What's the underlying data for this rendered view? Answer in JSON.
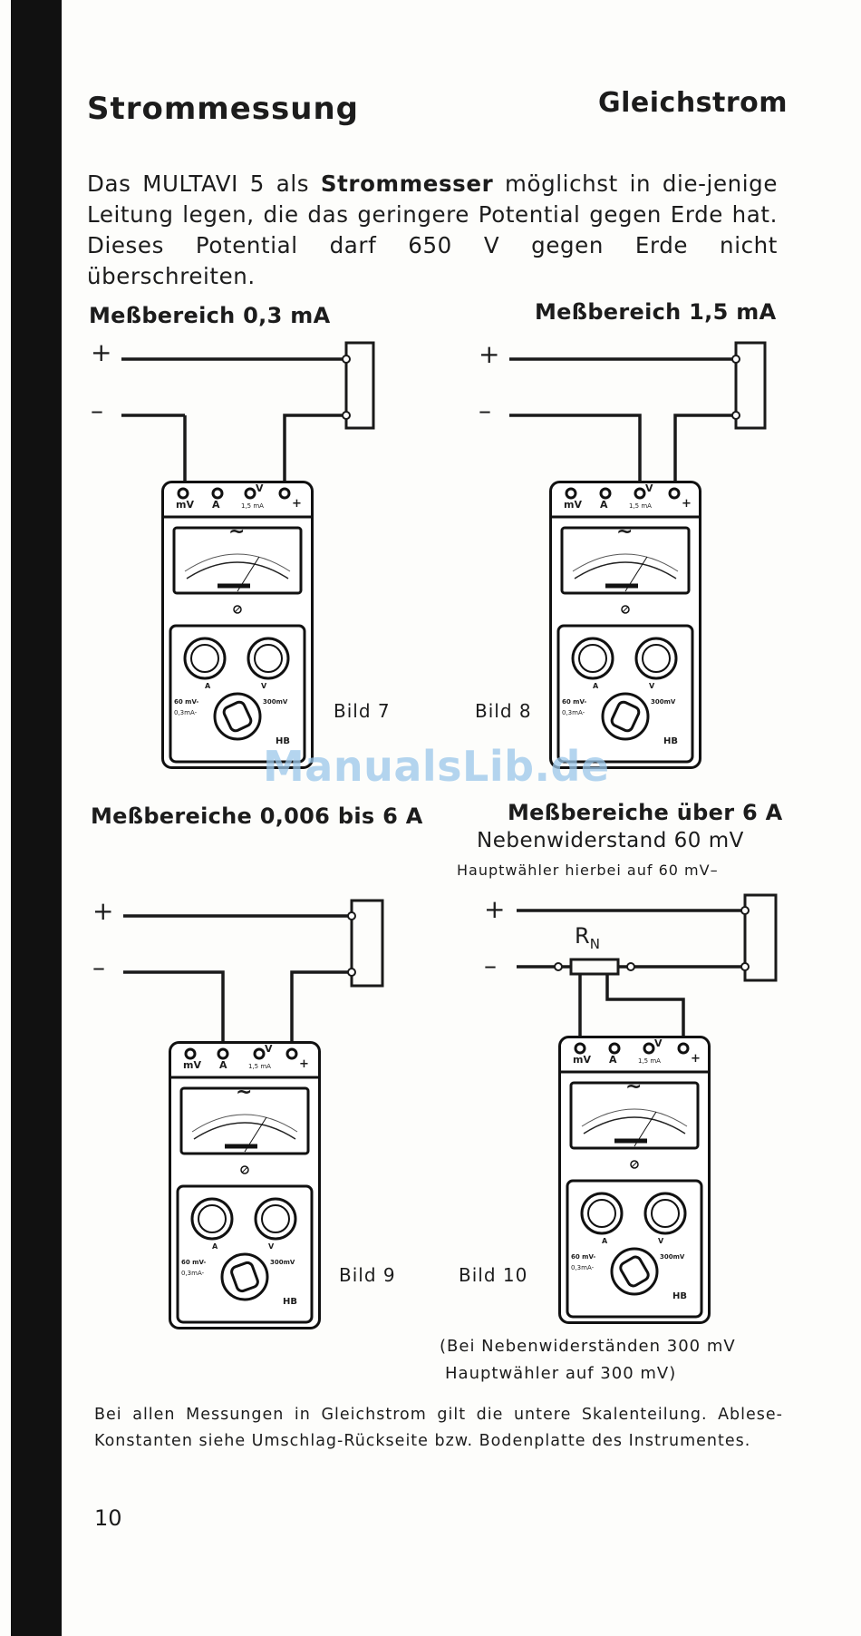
{
  "header": {
    "title": "Strommessung",
    "section": "Gleichstrom"
  },
  "intro": {
    "p1": "Das MULTAVI 5 als ",
    "bold": "Strommesser",
    "p2": " möglichst in die-jenige Leitung legen, die das geringere Potential gegen Erde hat. Dieses Potential darf 650 V gegen Erde nicht überschreiten."
  },
  "figures": {
    "fig7": {
      "heading": "Meßbereich 0,3 mA",
      "caption": "Bild 7"
    },
    "fig8": {
      "heading": "Meßbereich 1,5 mA",
      "caption": "Bild 8"
    },
    "fig9": {
      "heading": "Meßbereiche 0,006 bis 6 A",
      "caption": "Bild 9"
    },
    "fig10": {
      "heading": "Meßbereiche über 6 A",
      "subheading": "Nebenwiderstand 60 mV",
      "note": "Hauptwähler hierbei auf 60 mV–",
      "caption": "Bild 10",
      "resistor_label": "R",
      "resistor_sub": "N"
    }
  },
  "meter": {
    "terminal_mv": "mV",
    "terminal_a": "A",
    "terminal_v": "V",
    "terminal_15": "1,5 mA",
    "plus": "+",
    "minus": "–",
    "ac_symbol": "~",
    "knob_a": "A",
    "knob_v": "V",
    "range_60": "60 mV-",
    "range_03": "0,3mA-",
    "range_300": "300mV",
    "brand": "HB"
  },
  "polarity": {
    "plus": "+",
    "minus": "–"
  },
  "paren_note": {
    "line1": "(Bei Nebenwiderständen 300 mV",
    "line2": "Hauptwähler auf 300 mV)"
  },
  "footer": {
    "text": "Bei allen Messungen in Gleichstrom gilt die untere Skalenteilung. Ablese-Konstanten siehe Umschlag-Rückseite bzw. Bodenplatte des Instrumentes."
  },
  "page_number": "10",
  "watermark": "ManualsLib.de"
}
